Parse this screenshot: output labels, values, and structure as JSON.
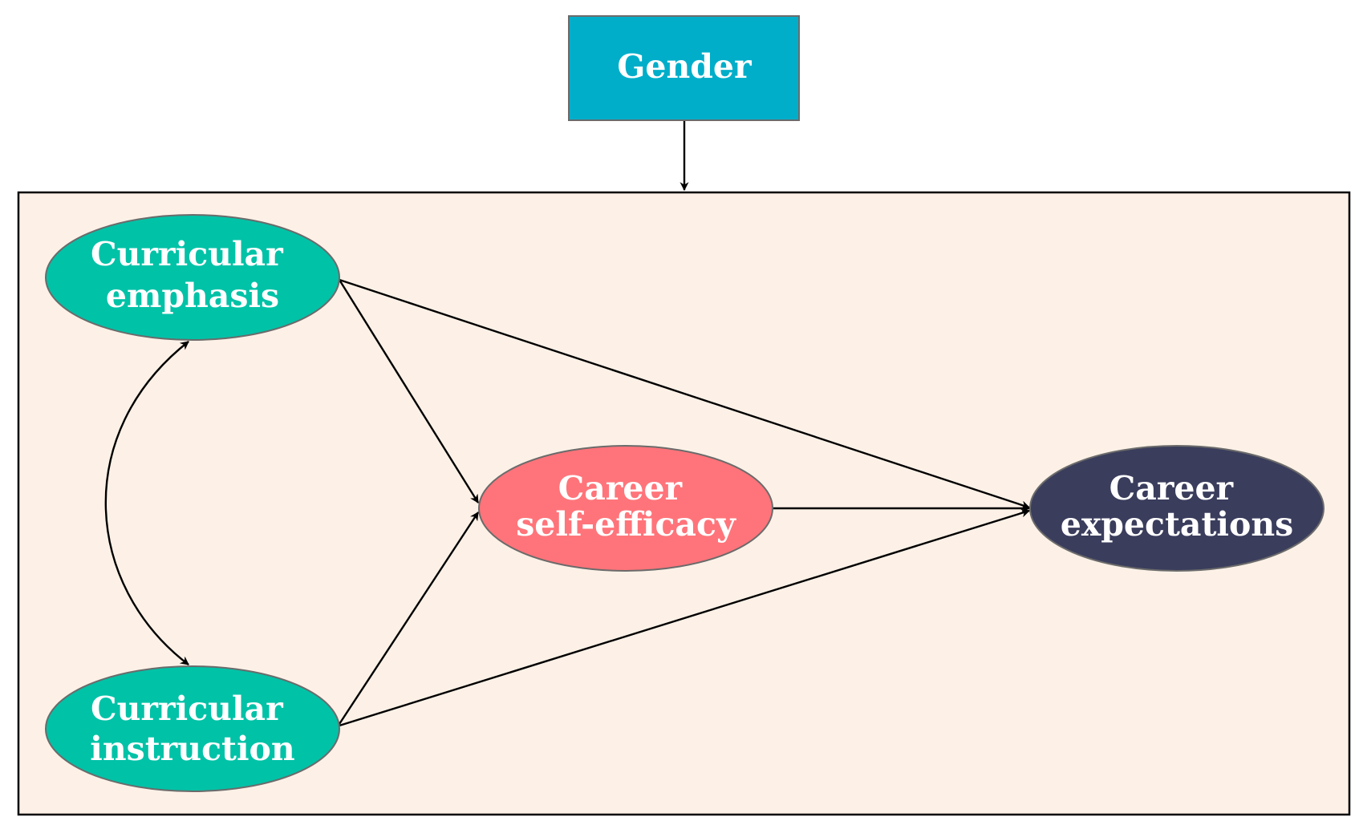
{
  "diagram": {
    "nodes": {
      "gender": {
        "lines": [
          "Gender"
        ],
        "color": "#00AEC9"
      },
      "curricular_emphasis": {
        "lines": [
          "Curricular",
          "emphasis"
        ],
        "color": "#00C2A7"
      },
      "curricular_instruction": {
        "lines": [
          "Curricular",
          "instruction"
        ],
        "color": "#00C2A7"
      },
      "career_self_efficacy": {
        "lines": [
          "Career",
          "self-efficacy"
        ],
        "color": "#FF747A"
      },
      "career_expectations": {
        "lines": [
          "Career",
          "expectations"
        ],
        "color": "#3A3D5C"
      }
    },
    "group_background": "#FDF1E7",
    "edges": [
      {
        "from": "gender",
        "to": "group",
        "directed": true
      },
      {
        "from": "curricular_emphasis",
        "to": "career_self_efficacy",
        "directed": true
      },
      {
        "from": "curricular_instruction",
        "to": "career_self_efficacy",
        "directed": true
      },
      {
        "from": "curricular_emphasis",
        "to": "career_expectations",
        "directed": true
      },
      {
        "from": "curricular_instruction",
        "to": "career_expectations",
        "directed": true
      },
      {
        "from": "career_self_efficacy",
        "to": "career_expectations",
        "directed": true
      },
      {
        "from": "curricular_emphasis",
        "to": "curricular_instruction",
        "directed": true,
        "bidirectional": true
      }
    ]
  }
}
